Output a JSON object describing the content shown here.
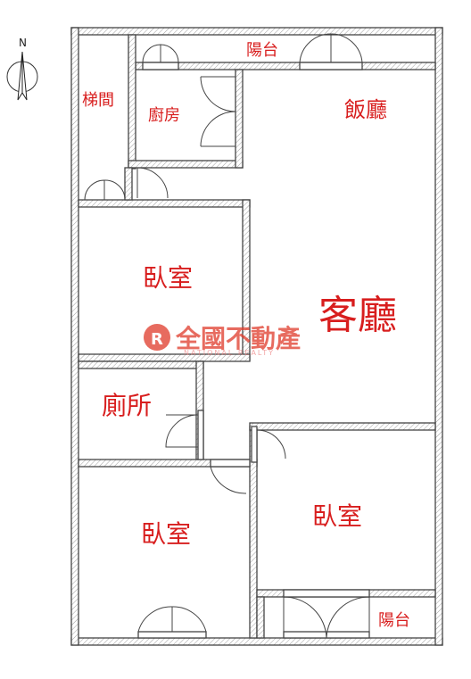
{
  "compass": {
    "north_label": "N"
  },
  "rooms": {
    "balcony_top": "陽台",
    "stairwell": "梯間",
    "kitchen": "廚房",
    "dining": "飯廳",
    "bedroom_upper_left": "臥室",
    "living": "客廳",
    "toilet": "廁所",
    "bedroom_lower_left": "臥室",
    "bedroom_lower_right": "臥室",
    "balcony_bottom": "陽台"
  },
  "watermark": {
    "brand_cn": "全國不動產",
    "brand_en": "NATIONAL REALTY",
    "brand_color": "#e03a2a"
  },
  "colors": {
    "label": "#d81e1e",
    "wall": "#444444"
  }
}
